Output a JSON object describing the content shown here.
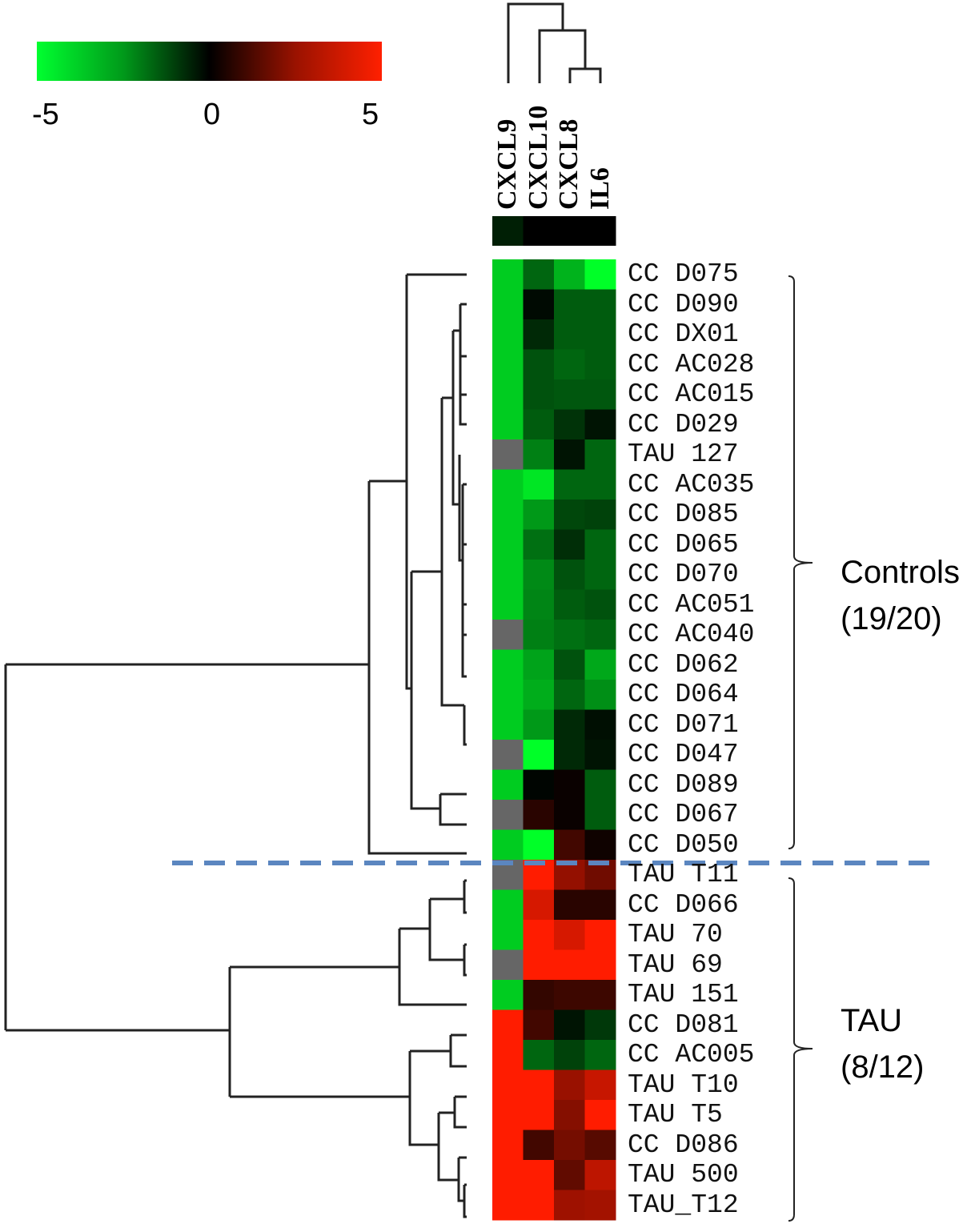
{
  "chart_data": {
    "type": "heatmap",
    "title": "",
    "colorscale": {
      "min": -5,
      "mid": 0,
      "max": 5,
      "low_color": "#00ff30",
      "mid_color": "#000000",
      "high_color": "#ff2000",
      "missing_color": "#666666",
      "tick_labels": [
        "-5",
        "0",
        "5"
      ]
    },
    "columns": [
      "CXCL9",
      "CXCL10",
      "CXCL8",
      "IL6"
    ],
    "column_summary": [
      -0.6,
      0,
      0,
      0
    ],
    "rows": [
      "CC D075",
      "CC D090",
      "CC DX01",
      "CC AC028",
      "CC AC015",
      "CC D029",
      "TAU 127",
      "CC AC035",
      "CC D085",
      "CC D065",
      "CC D070",
      "CC AC051",
      "CC AC040",
      "CC D062",
      "CC D064",
      "CC D071",
      "CC D047",
      "CC D089",
      "CC D067",
      "CC D050",
      "TAU T11",
      "CC D066",
      "TAU 70",
      "TAU 69",
      "TAU 151",
      "CC D081",
      "CC AC005",
      "TAU T10",
      "TAU T5",
      "CC D086",
      "TAU 500",
      "TAU_T12"
    ],
    "values": [
      [
        -4,
        -2,
        -3.5,
        -5
      ],
      [
        -4,
        -0.2,
        -1.8,
        -1.8
      ],
      [
        -4,
        -0.8,
        -1.8,
        -1.8
      ],
      [
        -4,
        -1.6,
        -2,
        -1.8
      ],
      [
        -4,
        -1.6,
        -1.7,
        -1.7
      ],
      [
        -4,
        -1.8,
        -1,
        -0.4
      ],
      [
        null,
        -2.5,
        -0.4,
        -2
      ],
      [
        -4,
        -4.5,
        -2,
        -2
      ],
      [
        -4,
        -3,
        -1.4,
        -1.3
      ],
      [
        -4,
        -2.2,
        -0.9,
        -2
      ],
      [
        -4,
        -2.7,
        -1.6,
        -2
      ],
      [
        -4,
        -2.6,
        -1.8,
        -1.6
      ],
      [
        null,
        -2.5,
        -2.2,
        -2
      ],
      [
        -4,
        -3.2,
        -1.6,
        -3.3
      ],
      [
        -4,
        -3.4,
        -2,
        -2.8
      ],
      [
        -4,
        -3,
        -0.8,
        -0.3
      ],
      [
        null,
        -5,
        -0.8,
        -0.4
      ],
      [
        -4,
        -0.1,
        0.2,
        -1.8
      ],
      [
        null,
        0.8,
        0.2,
        -1.8
      ],
      [
        -4,
        -5,
        1.3,
        0.3
      ],
      [
        null,
        5,
        2.9,
        2.2
      ],
      [
        -4,
        4.2,
        0.8,
        0.8
      ],
      [
        -4,
        5,
        4.2,
        5
      ],
      [
        null,
        5,
        5,
        5
      ],
      [
        -4,
        1,
        1.2,
        1.2
      ],
      [
        5,
        1.3,
        -0.4,
        -1.1
      ],
      [
        5,
        -2,
        -1.3,
        -2
      ],
      [
        5,
        5,
        3,
        3.9
      ],
      [
        5,
        5,
        2.6,
        5
      ],
      [
        5,
        1.3,
        2.3,
        1.7
      ],
      [
        5,
        5,
        1.9,
        3.7
      ],
      [
        5,
        5,
        3.1,
        3.2
      ]
    ],
    "groups": [
      {
        "name": "Controls",
        "fraction": "(19/20)"
      },
      {
        "name": "TAU",
        "fraction": "(8/12)"
      }
    ],
    "separator_color": "#5b86c0"
  }
}
